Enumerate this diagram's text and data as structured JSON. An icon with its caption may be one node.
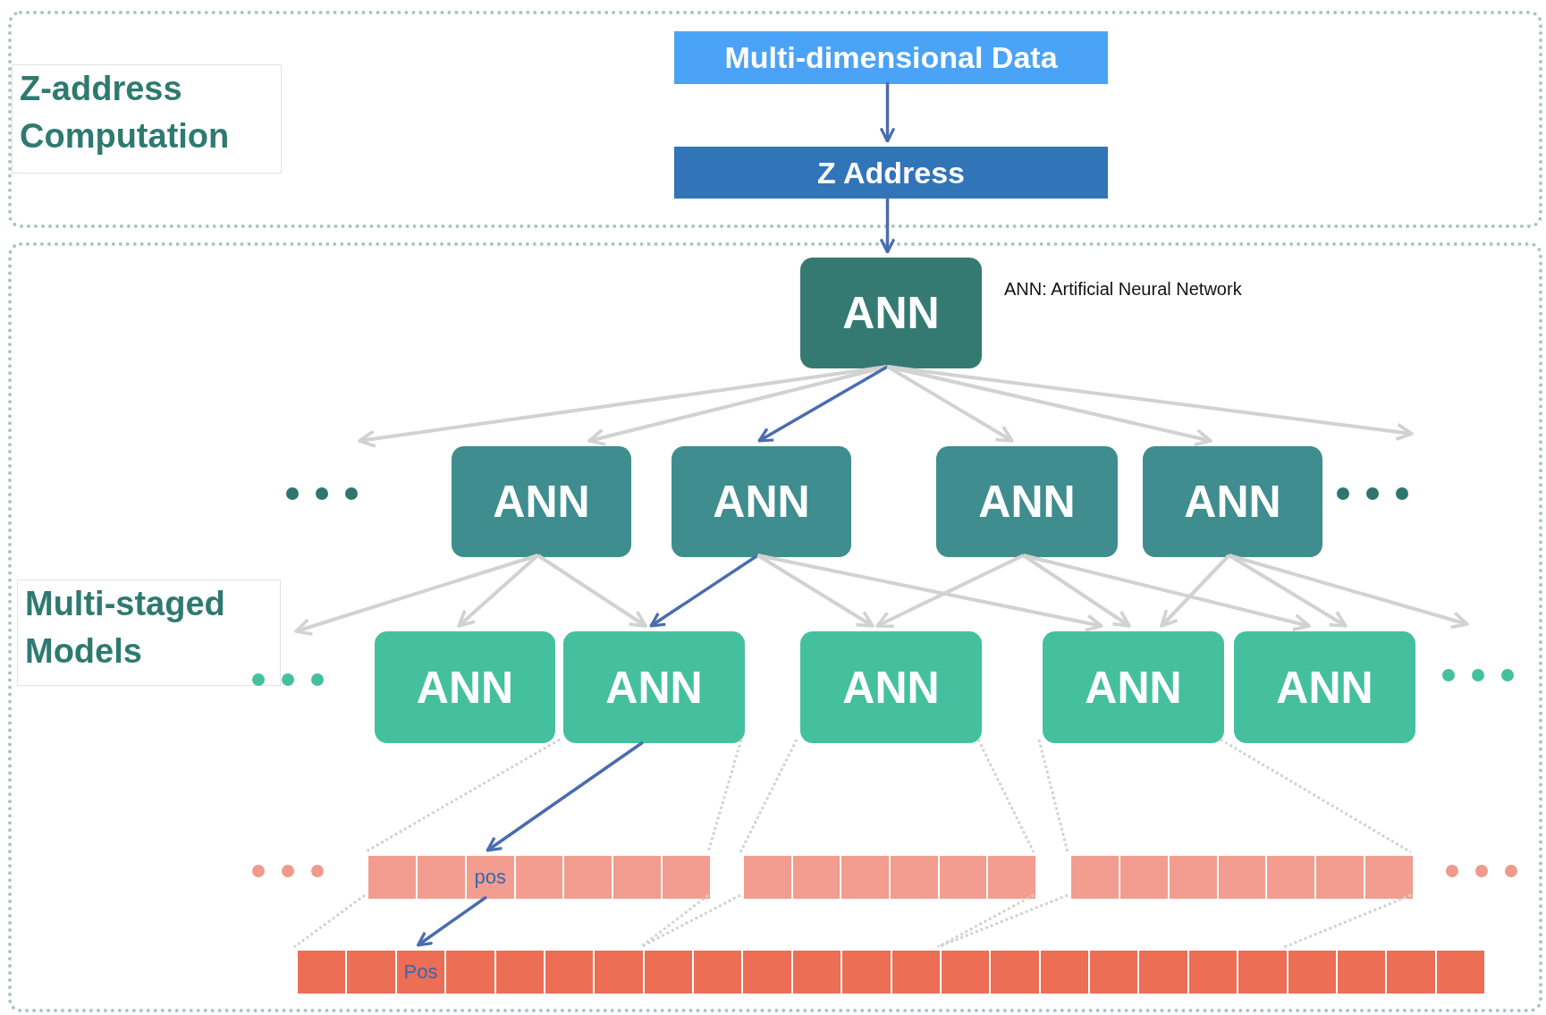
{
  "diagram": {
    "nodes": [
      {
        "text": [
          "Z-address Computation"
        ]
      },
      {
        "text": [
          "Multi-dimensional Data"
        ],
        "in": 0
      },
      {
        "text": [
          "Z Address"
        ],
        "in": 0
      },
      {
        "text": [
          "Multi-staged Models"
        ]
      },
      {
        "text": [
          "ANN"
        ],
        "in": 3
      },
      {
        "text": [
          "ANN"
        ],
        "in": 3
      },
      {
        "text": [
          "ANN"
        ],
        "in": 3
      },
      {
        "text": [
          "ANN"
        ],
        "in": 3
      },
      {
        "text": [
          "ANN"
        ],
        "in": 3
      },
      {
        "text": [
          "ANN"
        ],
        "in": 3
      },
      {
        "text": [
          "ANN"
        ],
        "in": 3
      },
      {
        "text": [
          "ANN"
        ],
        "in": 3
      },
      {
        "text": [
          "ANN"
        ],
        "in": 3
      },
      {
        "text": [
          "ANN"
        ],
        "in": 3
      },
      {
        "text": [],
        "shape": "box",
        "in": 3
      },
      {
        "text": [],
        "shape": "box",
        "in": 3
      },
      {
        "text": [
          "pos"
        ],
        "in": 3
      },
      {
        "text": [],
        "shape": "box",
        "in": 3
      },
      {
        "text": [],
        "shape": "box",
        "in": 3
      },
      {
        "text": [],
        "shape": "box",
        "in": 3
      },
      {
        "text": [],
        "shape": "box",
        "in": 3
      },
      {
        "text": [],
        "shape": "box",
        "in": 3
      },
      {
        "text": [],
        "shape": "box",
        "in": 3
      },
      {
        "text": [],
        "shape": "box",
        "in": 3
      },
      {
        "text": [],
        "shape": "box",
        "in": 3
      },
      {
        "text": [],
        "shape": "box",
        "in": 3
      },
      {
        "text": [],
        "shape": "box",
        "in": 3
      },
      {
        "text": [],
        "shape": "box",
        "in": 3
      },
      {
        "text": [],
        "shape": "box",
        "in": 3
      },
      {
        "text": [],
        "shape": "box",
        "in": 3
      },
      {
        "text": [],
        "shape": "box",
        "in": 3
      },
      {
        "text": [],
        "shape": "box",
        "in": 3
      },
      {
        "text": [],
        "shape": "box",
        "in": 3
      },
      {
        "text": [],
        "shape": "box",
        "in": 3
      },
      {
        "text": [],
        "shape": "box",
        "in": 3
      },
      {
        "text": [],
        "shape": "box",
        "in": 3
      },
      {
        "text": [
          "Pos"
        ],
        "in": 3
      },
      {
        "text": [],
        "shape": "box",
        "in": 3
      },
      {
        "text": [],
        "shape": "box",
        "in": 3
      },
      {
        "text": [],
        "shape": "box",
        "in": 3
      },
      {
        "text": [],
        "shape": "box",
        "in": 3
      },
      {
        "text": [],
        "shape": "box",
        "in": 3
      },
      {
        "text": [],
        "shape": "box",
        "in": 3
      },
      {
        "text": [],
        "shape": "box",
        "in": 3
      },
      {
        "text": [],
        "shape": "box",
        "in": 3
      },
      {
        "text": [],
        "shape": "box",
        "in": 3
      },
      {
        "text": [],
        "shape": "box",
        "in": 3
      },
      {
        "text": [],
        "shape": "box",
        "in": 3
      },
      {
        "text": [],
        "shape": "box",
        "in": 3
      },
      {
        "text": [],
        "shape": "box",
        "in": 3
      },
      {
        "text": [],
        "shape": "box",
        "in": 3
      },
      {
        "text": [],
        "shape": "box",
        "in": 3
      },
      {
        "text": [],
        "shape": "box",
        "in": 3
      },
      {
        "text": [],
        "shape": "box",
        "in": 3
      },
      {
        "text": [],
        "shape": "box",
        "in": 3
      },
      {
        "text": [],
        "shape": "box",
        "in": 3
      },
      {
        "text": [],
        "shape": "box",
        "in": 3
      },
      {
        "text": [],
        "shape": "box",
        "in": 3
      }
    ],
    "edges": [
      {
        "from": 1,
        "to": 2,
        "arrow": "to",
        "color": "#4a6cb0"
      },
      {
        "from": 2,
        "to": 4,
        "arrow": "to",
        "color": "#4a6cb0"
      },
      {
        "from": 4,
        "to": null,
        "arrow": "to"
      },
      {
        "from": 4,
        "to": 5,
        "arrow": "to"
      },
      {
        "from": 4,
        "to": 6,
        "arrow": "to",
        "color": "#4a6cb0"
      },
      {
        "from": 4,
        "to": 7,
        "arrow": "to"
      },
      {
        "from": 4,
        "to": 8,
        "arrow": "to"
      },
      {
        "from": 4,
        "to": null,
        "arrow": "to"
      },
      {
        "from": 5,
        "to": null,
        "arrow": "to"
      },
      {
        "from": 5,
        "to": 9,
        "arrow": "to"
      },
      {
        "from": 5,
        "to": 10,
        "arrow": "to"
      },
      {
        "from": 6,
        "to": 10,
        "arrow": "to",
        "color": "#4a6cb0"
      },
      {
        "from": 6,
        "to": 11,
        "arrow": "to"
      },
      {
        "from": 6,
        "to": 12,
        "arrow": "to"
      },
      {
        "from": 7,
        "to": 11,
        "arrow": "to"
      },
      {
        "from": 7,
        "to": 12,
        "arrow": "to"
      },
      {
        "from": 7,
        "to": 13,
        "arrow": "to"
      },
      {
        "from": 8,
        "to": 12,
        "arrow": "to"
      },
      {
        "from": 8,
        "to": 13,
        "arrow": "to"
      },
      {
        "from": 8,
        "to": null,
        "arrow": "to"
      },
      {
        "from": 10,
        "to": 16,
        "arrow": "to",
        "color": "#4a6cb0"
      },
      {
        "from": 16,
        "to": 36,
        "arrow": "to",
        "color": "#4a6cb0"
      },
      {
        "from": 10,
        "to": 14,
        "arrow": "none",
        "style": "dashed"
      },
      {
        "from": 10,
        "to": 20,
        "arrow": "none",
        "style": "dashed"
      },
      {
        "from": 11,
        "to": 21,
        "arrow": "none",
        "style": "dashed"
      },
      {
        "from": 11,
        "to": 26,
        "arrow": "none",
        "style": "dashed"
      },
      {
        "from": 12,
        "to": 27,
        "arrow": "none",
        "style": "dashed"
      },
      {
        "from": 12,
        "to": 33,
        "arrow": "none",
        "style": "dashed"
      },
      {
        "from": 14,
        "to": 34,
        "arrow": "none",
        "style": "dashed"
      },
      {
        "from": 20,
        "to": 41,
        "arrow": "none",
        "style": "dashed"
      },
      {
        "from": 21,
        "to": 41,
        "arrow": "none",
        "style": "dashed"
      },
      {
        "from": 26,
        "to": 47,
        "arrow": "none",
        "style": "dashed"
      },
      {
        "from": 27,
        "to": 47,
        "arrow": "none",
        "style": "dashed"
      },
      {
        "from": 33,
        "to": 54,
        "arrow": "none",
        "style": "dashed"
      }
    ],
    "labels": [
      "ANN: Artificial Neural Network"
    ]
  }
}
